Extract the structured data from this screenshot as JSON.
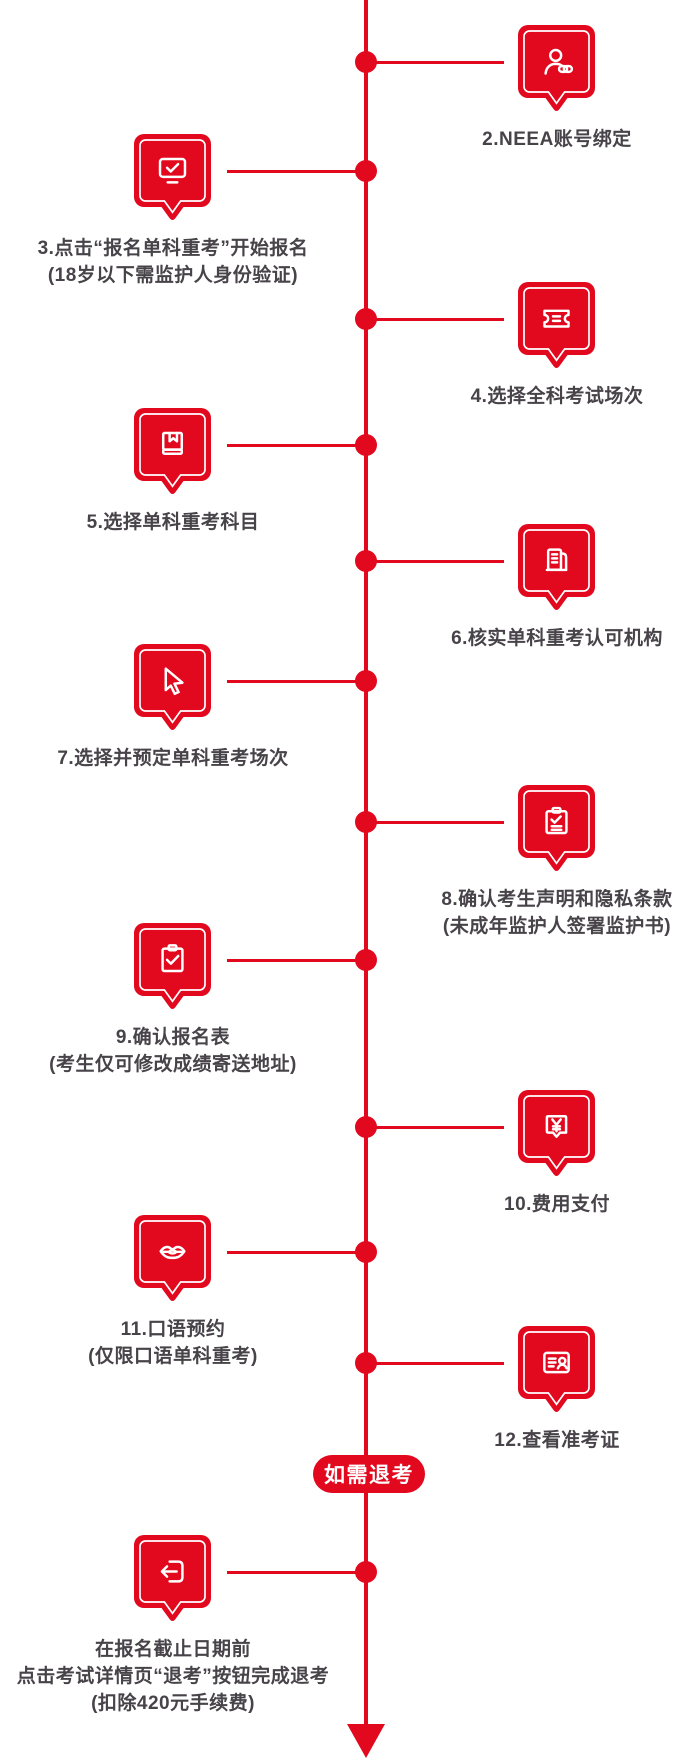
{
  "palette": {
    "accent": "#e2081e",
    "text": "#474349"
  },
  "timeline": {
    "withdraw_badge": "如需退考",
    "steps": [
      {
        "icon": "person-link-icon",
        "lines": [
          "2.NEEA账号绑定"
        ]
      },
      {
        "icon": "monitor-check-icon",
        "lines": [
          "3.点击“报名单科重考”开始报名",
          "(18岁以下需监护人身份验证)"
        ]
      },
      {
        "icon": "ticket-icon",
        "lines": [
          "4.选择全科考试场次"
        ]
      },
      {
        "icon": "book-icon",
        "lines": [
          "5.选择单科重考科目"
        ]
      },
      {
        "icon": "news-icon",
        "lines": [
          "6.核实单科重考认可机构"
        ]
      },
      {
        "icon": "cursor-icon",
        "lines": [
          "7.选择并预定单科重考场次"
        ]
      },
      {
        "icon": "clipboard-list-icon",
        "lines": [
          "8.确认考生声明和隐私条款",
          "(未成年监护人签署监护书)"
        ]
      },
      {
        "icon": "clipboard-check-icon",
        "lines": [
          "9.确认报名表",
          "(考生仅可修改成绩寄送地址)"
        ]
      },
      {
        "icon": "yen-icon",
        "lines": [
          "10.费用支付"
        ]
      },
      {
        "icon": "lips-icon",
        "lines": [
          "11.口语预约",
          "(仅限口语单科重考)"
        ]
      },
      {
        "icon": "id-card-icon",
        "lines": [
          "12.查看准考证"
        ]
      },
      {
        "icon": "logout-icon",
        "lines": [
          "在报名截止日期前",
          "点击考试详情页“退考”按钮完成退考",
          "(扣除420元手续费)"
        ]
      }
    ]
  }
}
